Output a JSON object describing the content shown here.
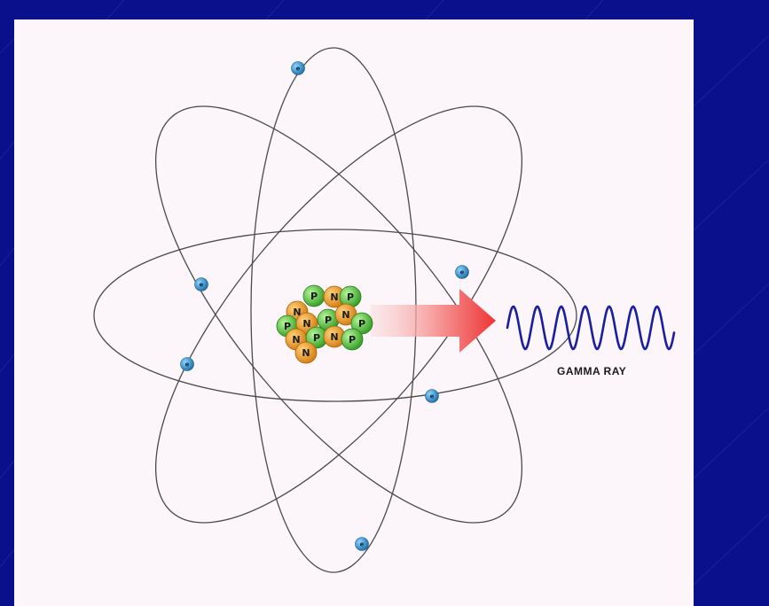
{
  "diagram": {
    "label_gamma_ray": "GAMMA RAY",
    "electron_symbol": "e",
    "proton_symbol": "P",
    "neutron_symbol": "N"
  },
  "nucleus": {
    "particles": [
      "N",
      "P",
      "N",
      "P",
      "P",
      "N",
      "P",
      "N",
      "P",
      "N",
      "P",
      "N",
      "P",
      "N"
    ]
  },
  "colors": {
    "slide_background": "#0a0f8c",
    "panel_background": "#fcf6fa",
    "orbit": "#4a4a4a",
    "electron": "#2a8fc8",
    "proton": "#4cc23a",
    "neutron": "#f09a1c",
    "arrow": "#ee3535",
    "wave": "#1a1ea0"
  },
  "icons": {
    "electron": "electron-icon",
    "nucleus": "nucleus-icon",
    "arrow": "emission-arrow-icon",
    "wave": "gamma-wave-icon"
  }
}
